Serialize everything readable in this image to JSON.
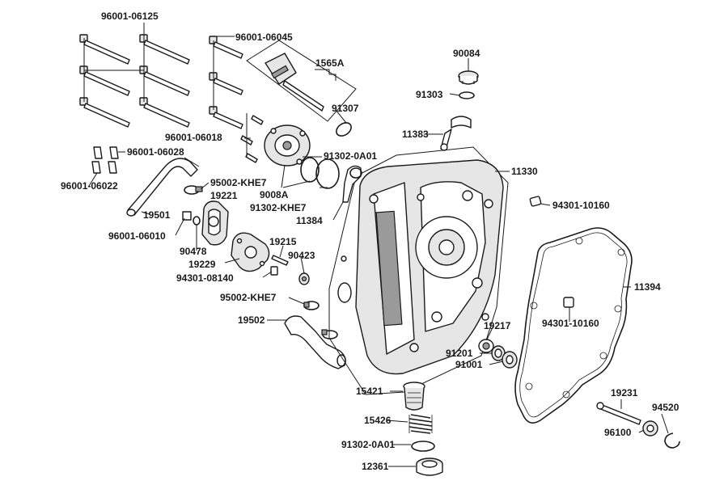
{
  "labels": {
    "p96001_06125": "96001-06125",
    "p96001_06045": "96001-06045",
    "p1565A": "1565A",
    "p90084": "90084",
    "p91303": "91303",
    "p91307": "91307",
    "p11383": "11383",
    "p96001_06018": "96001-06018",
    "p96001_06028": "96001-06028",
    "p91302_0A01_top": "91302-0A01",
    "p11330": "11330",
    "p96001_06022": "96001-06022",
    "p95002_KHE7_top": "95002-KHE7",
    "p19221": "19221",
    "p9008A": "9008A",
    "p91302_KHE7": "91302-KHE7",
    "p11384": "11384",
    "p94301_10160_top": "94301-10160",
    "p19501": "19501",
    "p96001_06010": "96001-06010",
    "p19215": "19215",
    "p90478": "90478",
    "p90423": "90423",
    "p19229": "19229",
    "p94301_08140": "94301-08140",
    "p11394": "11394",
    "p95002_KHE7_mid": "95002-KHE7",
    "p19502": "19502",
    "p94301_10160_mid": "94301-10160",
    "p19217": "19217",
    "p91201": "91201",
    "p91001": "91001",
    "p15421": "15421",
    "p19231": "19231",
    "p94520": "94520",
    "p15426": "15426",
    "p96100": "96100",
    "p91302_0A01_bot": "91302-0A01",
    "p12361": "12361"
  }
}
